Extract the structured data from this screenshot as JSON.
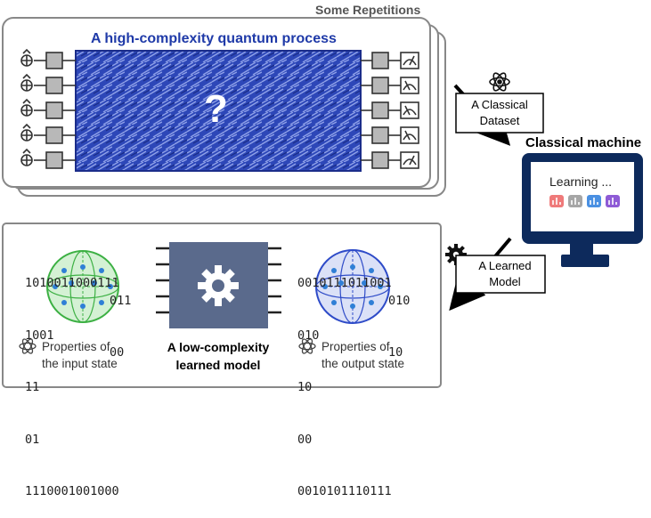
{
  "header": {
    "repetitions_label": "Some Repetitions"
  },
  "quantum_process": {
    "title": "A high-complexity quantum process",
    "mystery_symbol": "?"
  },
  "dataset": {
    "label_line1": "A Classical",
    "label_line2": "Dataset"
  },
  "classical_machine": {
    "title": "Classical machine",
    "screen_text": "Learning ...",
    "bar_icon_colors": [
      "#ef7a7a",
      "#a6a6a6",
      "#4a90e2",
      "#8e5bd6"
    ]
  },
  "learned_model_tag": {
    "label_line1": "A Learned",
    "label_line2": "Model"
  },
  "learned_model": {
    "caption_line1": "A low-complexity",
    "caption_line2": "learned model",
    "input_bits": [
      "1010011000111",
      "1001",
      "11",
      "01",
      "1110001001000"
    ],
    "input_bits_right": [
      "",
      "011",
      "00",
      "",
      ""
    ],
    "output_bits": [
      "0010111011001",
      "010",
      "10",
      "00",
      "0010101110111"
    ],
    "output_bits_right": [
      "",
      "010",
      "10",
      "",
      ""
    ],
    "input_props_line1": "Properties of",
    "input_props_line2": "the input state",
    "output_props_line1": "Properties of",
    "output_props_line2": "the output state"
  },
  "colors": {
    "accent_blue": "#1f3aa8",
    "monitor": "#0d2a5c",
    "chip": "#5a6a8c",
    "input_sphere": "#3cb043",
    "output_sphere": "#2e4bc8"
  }
}
